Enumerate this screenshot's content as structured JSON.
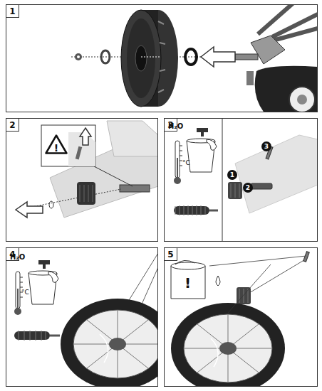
{
  "diagram": {
    "nodes": [
      {
        "text": [
          "1"
        ]
      },
      {
        "text": [
          "2"
        ]
      },
      {
        "text": [
          "!"
        ],
        "in": 1
      },
      {
        "text": [
          "3"
        ]
      },
      {
        "text": [
          "1"
        ],
        "in": 3
      },
      {
        "text": [
          "2"
        ],
        "in": 3
      },
      {
        "text": [
          "3"
        ],
        "in": 3
      },
      {
        "text": [
          "4"
        ]
      },
      {
        "text": [
          "5"
        ]
      }
    ],
    "labels": [
      "H₂O",
      "°C",
      "H₂O",
      "°C",
      "!"
    ]
  }
}
